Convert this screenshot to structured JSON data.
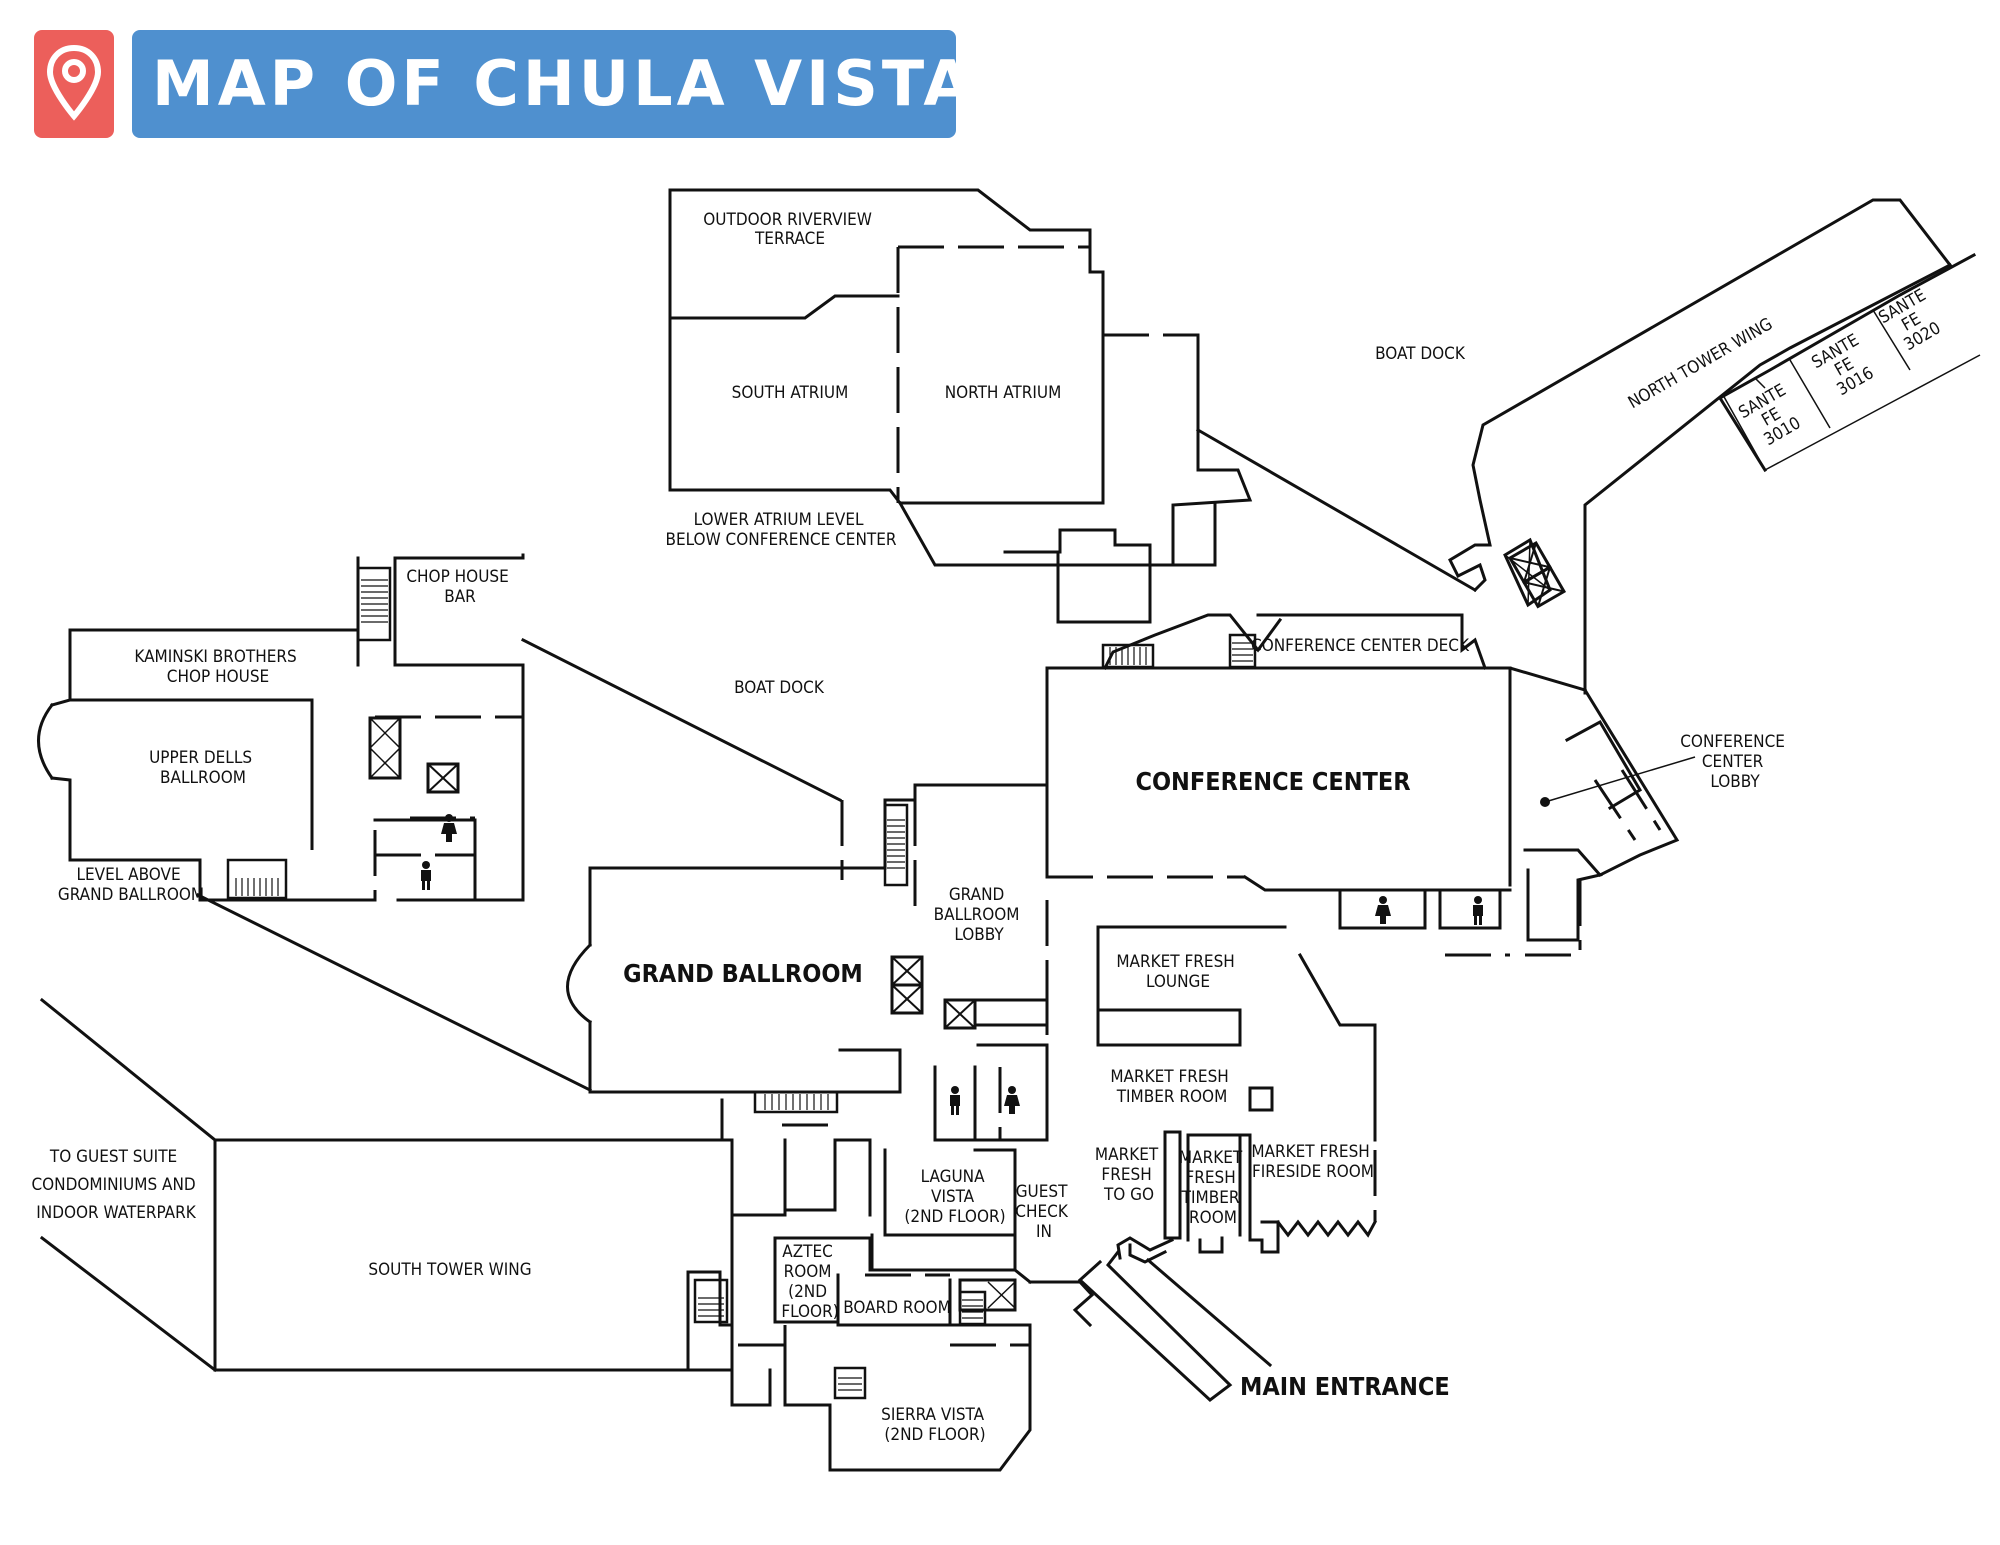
{
  "header": {
    "title": "MAP OF CHULA VISTA",
    "pin_icon": "map-pin-icon",
    "pin_color": "#ec5f5b",
    "title_bg_color": "#4f90cf"
  },
  "map": {
    "rooms": {
      "outdoor_terrace": [
        "OUTDOOR RIVERVIEW",
        "TERRACE"
      ],
      "south_atrium": "SOUTH ATRIUM",
      "north_atrium": "NORTH ATRIUM",
      "lower_atrium": [
        "LOWER ATRIUM LEVEL",
        "BELOW CONFERENCE CENTER"
      ],
      "boat_dock_north": "BOAT DOCK",
      "boat_dock_center": "BOAT DOCK",
      "north_tower_wing": "NORTH TOWER WING",
      "sante_fe_3010": [
        "SANTE",
        "FE",
        "3010"
      ],
      "sante_fe_3016": [
        "SANTE",
        "FE",
        "3016"
      ],
      "sante_fe_3020": [
        "SANTE",
        "FE",
        "3020"
      ],
      "chop_house_bar": [
        "CHOP HOUSE",
        "BAR"
      ],
      "kaminski": [
        "KAMINSKI BROTHERS",
        "CHOP HOUSE"
      ],
      "upper_dells": [
        "UPPER DELLS",
        "BALLROOM"
      ],
      "level_above": [
        "LEVEL ABOVE",
        "GRAND BALLROOM"
      ],
      "conference_deck": "CONFERENCE CENTER DECK",
      "conference_center": "CONFERENCE CENTER",
      "conference_lobby": [
        "CONFERENCE",
        "CENTER",
        "LOBBY"
      ],
      "grand_ballroom_lobby": [
        "GRAND",
        "BALLROOM",
        "LOBBY"
      ],
      "grand_ballroom": "GRAND BALLROOM",
      "market_lounge": [
        "MARKET FRESH",
        "LOUNGE"
      ],
      "market_timber_room": [
        "MARKET FRESH",
        "TIMBER ROOM"
      ],
      "market_to_go": [
        "MARKET",
        "FRESH",
        "TO GO"
      ],
      "market_timber_room_small": [
        "MARKET",
        "FRESH",
        "TIMBER",
        "ROOM"
      ],
      "market_fireside": [
        "MARKET FRESH",
        "FIRESIDE ROOM"
      ],
      "guest_suite": [
        "TO GUEST SUITE",
        "CONDOMINIUMS AND",
        "INDOOR WATERPARK"
      ],
      "south_tower_wing": "SOUTH TOWER WING",
      "laguna_vista": [
        "LAGUNA",
        "VISTA",
        "(2ND FLOOR)"
      ],
      "guest_check_in": [
        "GUEST",
        "CHECK",
        "IN"
      ],
      "aztec_room": [
        "AZTEC",
        "ROOM",
        "(2ND",
        "FLOOR)"
      ],
      "board_room": "BOARD ROOM",
      "sierra_vista": [
        "SIERRA VISTA",
        "(2ND FLOOR)"
      ],
      "main_entrance": "MAIN ENTRANCE"
    },
    "icons": [
      "restroom-women-icon",
      "restroom-men-icon",
      "elevator-icon",
      "stairs-icon"
    ]
  }
}
